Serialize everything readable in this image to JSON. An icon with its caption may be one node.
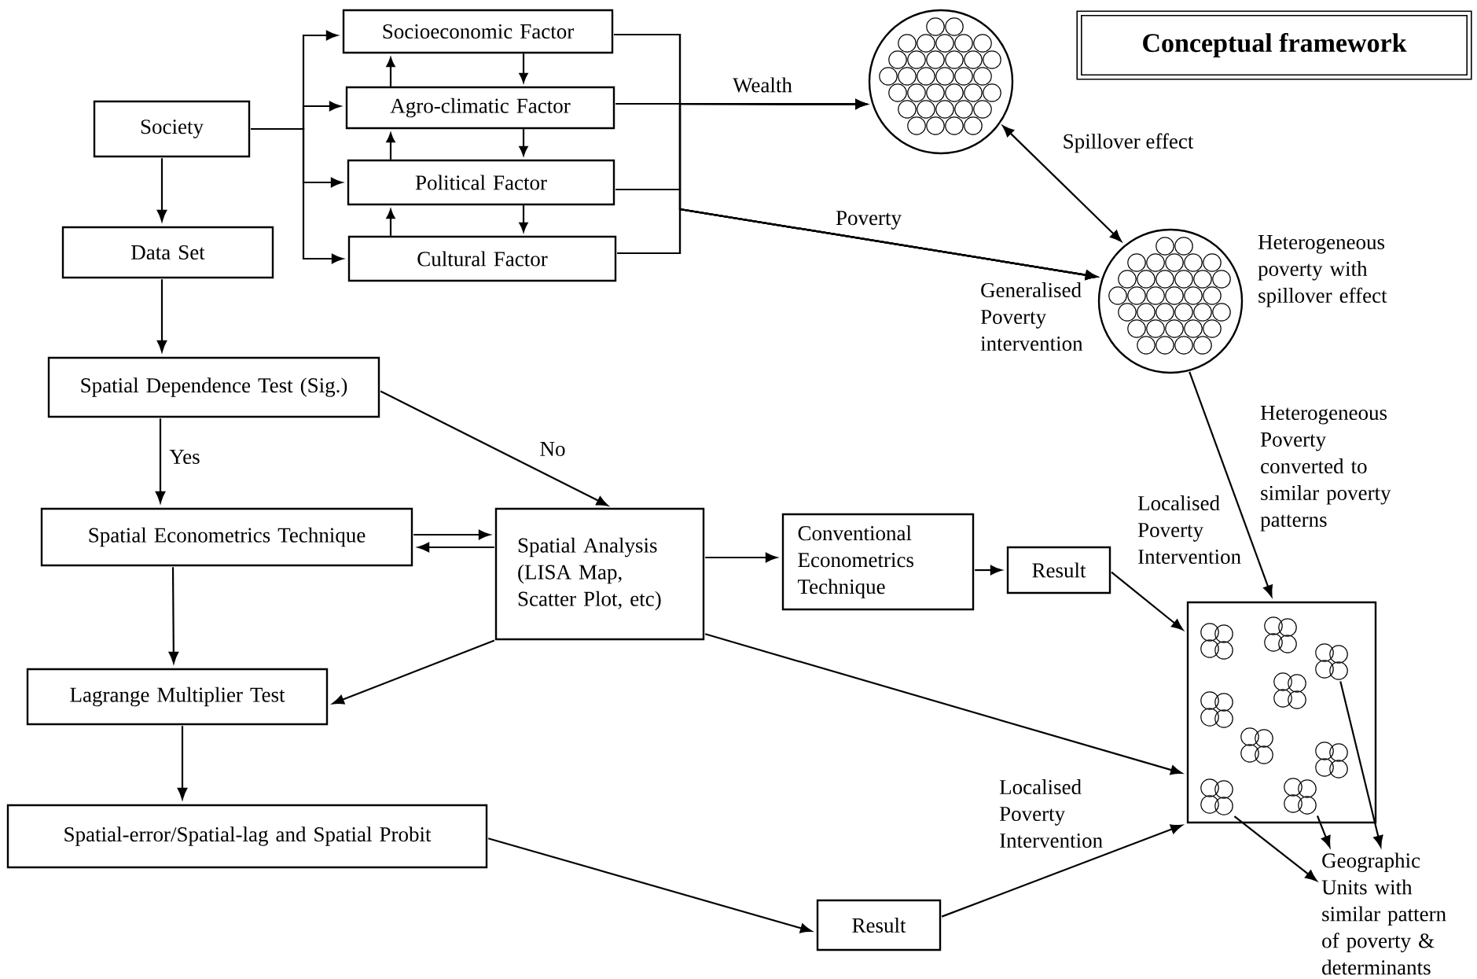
{
  "diagram": {
    "nodes": [
      {
        "text": [
          "Society"
        ]
      },
      {
        "text": [
          "Data Set"
        ]
      },
      {
        "text": [
          "Socioeconomic Factor"
        ]
      },
      {
        "text": [
          "Agro-climatic Factor"
        ]
      },
      {
        "text": [
          "Political Factor"
        ]
      },
      {
        "text": [
          "Cultural Factor"
        ]
      },
      {
        "text": [],
        "shape": "circle"
      },
      {
        "text": [],
        "shape": "circle",
        "beside": [
          "Generalised Poverty intervention",
          "Heterogeneous poverty with spillover effect"
        ]
      },
      {
        "text": [
          "Spatial Dependence Test (Sig.)"
        ]
      },
      {
        "text": [
          "Spatial Econometrics Technique"
        ]
      },
      {
        "text": [
          "Spatial Analysis (LISA Map, Scatter Plot, etc)"
        ]
      },
      {
        "text": [
          "Conventional Econometrics Technique"
        ]
      },
      {
        "text": [
          "Result"
        ]
      },
      {
        "text": [],
        "shape": "box"
      },
      {
        "text": [],
        "shape": "cluster",
        "in": 13
      },
      {
        "text": [],
        "shape": "cluster",
        "in": 13
      },
      {
        "text": [],
        "shape": "cluster",
        "in": 13
      },
      {
        "text": [
          "Lagrange Multiplier Test"
        ]
      },
      {
        "text": [
          "Spatial-error/Spatial-lag and Spatial Probit"
        ]
      },
      {
        "text": [
          "Result"
        ]
      },
      {
        "text": [
          "Geographic Units with similar pattern of poverty & determinants"
        ]
      },
      {
        "text": [
          "Conceptual framework"
        ]
      },
      {
        "text": [],
        "shape": "cluster",
        "in": 13
      },
      {
        "text": [],
        "shape": "cluster",
        "in": 13
      },
      {
        "text": [],
        "shape": "cluster",
        "in": 13
      },
      {
        "text": [],
        "shape": "cluster",
        "in": 13
      },
      {
        "text": [],
        "shape": "cluster",
        "in": 13
      },
      {
        "text": [],
        "shape": "cluster",
        "in": 13
      }
    ],
    "edges": [
      {
        "from": 0,
        "to": 1,
        "arrow": "to"
      },
      {
        "from": 1,
        "to": 8,
        "arrow": "to"
      },
      {
        "from": 0,
        "to": 2,
        "arrow": "to"
      },
      {
        "from": 0,
        "to": 3,
        "arrow": "to"
      },
      {
        "from": 0,
        "to": 4,
        "arrow": "to"
      },
      {
        "from": 0,
        "to": 5,
        "arrow": "to"
      },
      {
        "from": 3,
        "to": 2,
        "arrow": "to"
      },
      {
        "from": 2,
        "to": 3,
        "arrow": "to"
      },
      {
        "from": 4,
        "to": 3,
        "arrow": "to"
      },
      {
        "from": 3,
        "to": 4,
        "arrow": "to"
      },
      {
        "from": 5,
        "to": 4,
        "arrow": "to"
      },
      {
        "from": 4,
        "to": 5,
        "arrow": "to"
      },
      {
        "from": 2,
        "to": 6,
        "arrow": "to"
      },
      {
        "from": 3,
        "to": 6,
        "arrow": "to",
        "label": "Wealth"
      },
      {
        "from": 4,
        "to": 6,
        "arrow": "to"
      },
      {
        "from": 5,
        "to": 6,
        "arrow": "to"
      },
      {
        "from": 2,
        "to": 7,
        "arrow": "to"
      },
      {
        "from": 3,
        "to": 7,
        "arrow": "to"
      },
      {
        "from": 4,
        "to": 7,
        "arrow": "to",
        "label": "Poverty"
      },
      {
        "from": 5,
        "to": 7,
        "arrow": "to"
      },
      {
        "from": 6,
        "to": 7,
        "arrow": "both",
        "label": "Spillover effect"
      },
      {
        "from": 7,
        "to": 13,
        "arrow": "to",
        "label": "Heterogeneous Poverty converted to similar poverty patterns"
      },
      {
        "from": 8,
        "to": 9,
        "arrow": "to",
        "label": "Yes"
      },
      {
        "from": 8,
        "to": 10,
        "arrow": "to",
        "label": "No"
      },
      {
        "from": 9,
        "to": 10,
        "arrow": "to"
      },
      {
        "from": 10,
        "to": 9,
        "arrow": "to"
      },
      {
        "from": 9,
        "to": 17,
        "arrow": "to"
      },
      {
        "from": 10,
        "to": 17,
        "arrow": "to"
      },
      {
        "from": 17,
        "to": 18,
        "arrow": "to"
      },
      {
        "from": 18,
        "to": 19,
        "arrow": "to"
      },
      {
        "from": 19,
        "to": 13,
        "arrow": "to",
        "label": "Localised Poverty Intervention"
      },
      {
        "from": 10,
        "to": 11,
        "arrow": "to"
      },
      {
        "from": 11,
        "to": 12,
        "arrow": "to"
      },
      {
        "from": 12,
        "to": 13,
        "arrow": "to",
        "label": "Localised Poverty Intervention"
      },
      {
        "from": 10,
        "to": 13,
        "arrow": "to"
      },
      {
        "from": 14,
        "to": 20,
        "arrow": "to"
      },
      {
        "from": 15,
        "to": 20,
        "arrow": "to"
      },
      {
        "from": 16,
        "to": 20,
        "arrow": "to"
      }
    ]
  }
}
